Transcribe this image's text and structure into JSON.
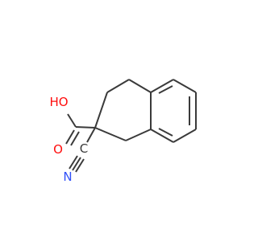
{
  "molecule": {
    "atoms": {
      "hydroxyl": "HO",
      "carbonyl_oxygen": "O",
      "nitrile_carbon": "C",
      "nitrile_nitrogen": "N"
    },
    "colors": {
      "bond": "#3a3a3a",
      "carbon": "#3a3a3a",
      "oxygen": "#ff0d0d",
      "nitrogen": "#3050f8"
    }
  }
}
